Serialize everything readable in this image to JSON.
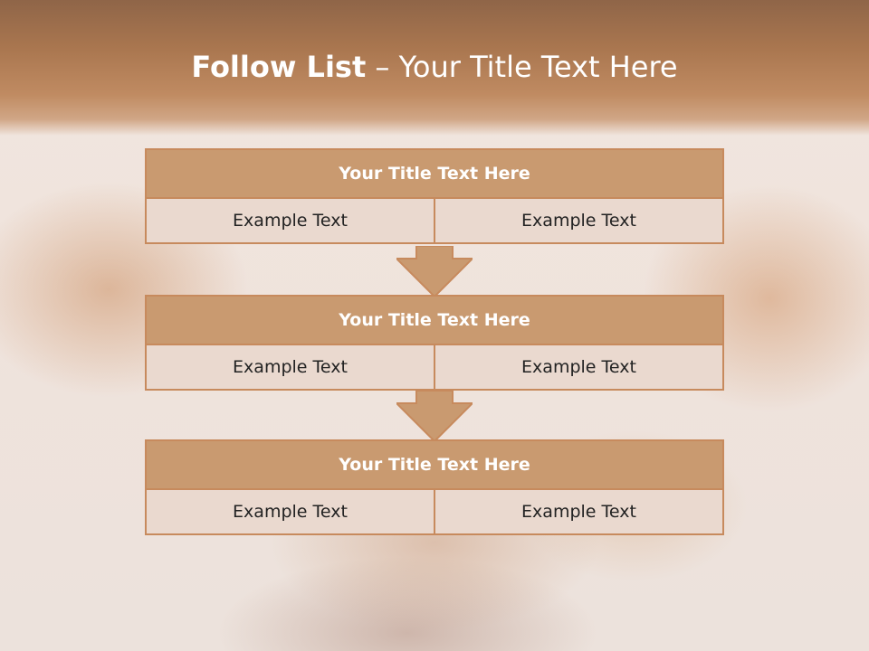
{
  "header": {
    "title_bold": "Follow List",
    "title_rest": " – Your Title Text Here"
  },
  "blocks": [
    {
      "title": "Your Title Text Here",
      "left_text": "Example Text",
      "right_text": "Example Text"
    },
    {
      "title": "Your Title Text Here",
      "left_text": "Example Text",
      "right_text": "Example Text"
    },
    {
      "title": "Your Title Text Here",
      "left_text": "Example Text",
      "right_text": "Example Text"
    }
  ],
  "colors": {
    "header_brown": "#a9764f",
    "block_title_fill": "#c99a70",
    "cell_fill": "#ead9cf",
    "border": "#c78a5d",
    "arrow_fill": "#c99a70"
  },
  "icons": [
    "down-arrow-icon",
    "down-arrow-icon"
  ]
}
